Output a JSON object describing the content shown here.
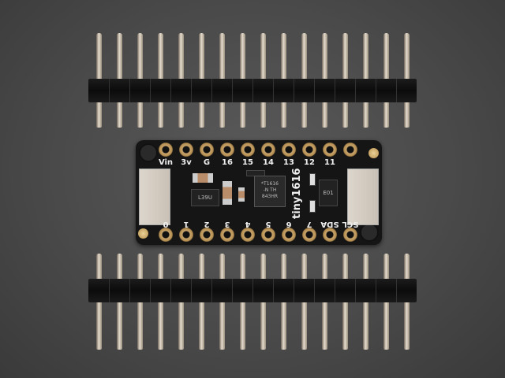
{
  "board": {
    "name_label": "tiny1616",
    "chip_marking": [
      "*T1616",
      "-N TH",
      "843HR"
    ],
    "regulator_marking": "L39U",
    "ic_marking": "E01",
    "top_labels": [
      "Vin",
      "3v",
      "G",
      "16",
      "15",
      "14",
      "13",
      "12",
      "11"
    ],
    "bottom_labels": [
      "0",
      "1",
      "2",
      "3",
      "4",
      "5",
      "6",
      "7",
      "SDA",
      "SCL"
    ]
  },
  "headers": {
    "pin_count": 16
  }
}
